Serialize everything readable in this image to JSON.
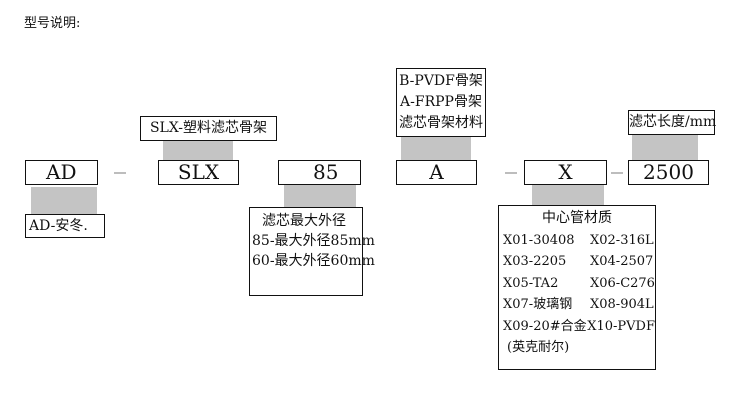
{
  "title": "型号说明:",
  "codes": {
    "ad": "AD",
    "slx": "SLX",
    "diameter": "85",
    "frame": "A",
    "material": "X",
    "length": "2500"
  },
  "labels": {
    "ad": "AD-安冬.",
    "slx": "SLX-塑料滤芯骨架",
    "length": "滤芯长度/mm"
  },
  "diameter_info": {
    "heading": "滤芯最大外径",
    "lines": [
      "85-最大外径85mm",
      "60-最大外径60mm"
    ]
  },
  "frame_info": {
    "lines": [
      "B-PVDF骨架",
      "A-FRPP骨架",
      "滤芯骨架材料"
    ]
  },
  "material_info": {
    "heading": "中心管材质",
    "rows": [
      [
        "X01-30408",
        "X02-316L"
      ],
      [
        "X03-2205",
        "X04-2507"
      ],
      [
        "X05-TA2",
        "X06-C276"
      ],
      [
        "X07-玻璃钢",
        "X08-904L"
      ],
      [
        "X09-20#合金",
        "X10-PVDF"
      ]
    ],
    "footnote": "(英克耐尔)"
  }
}
